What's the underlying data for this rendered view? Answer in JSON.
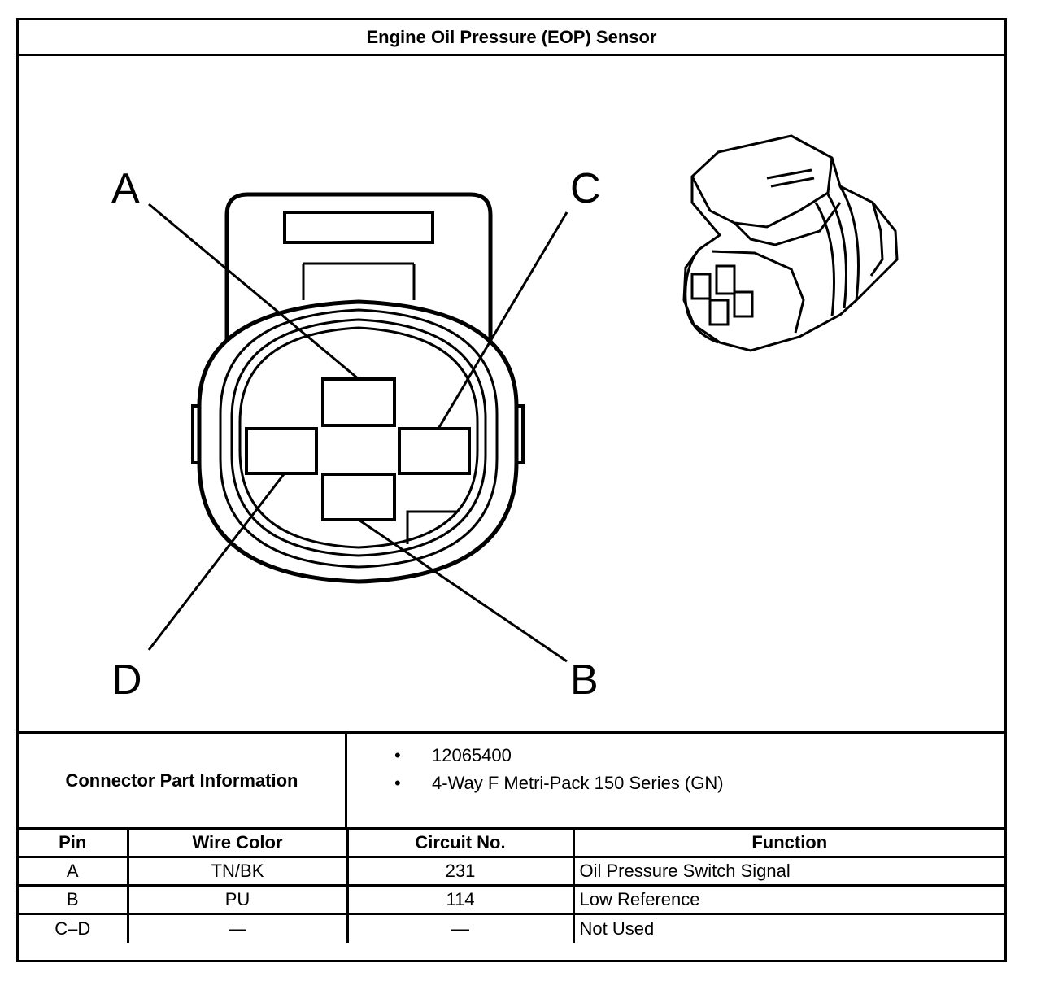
{
  "title": "Engine Oil Pressure (EOP) Sensor",
  "diagram": {
    "pin_labels": [
      "A",
      "C",
      "D",
      "B"
    ],
    "connector_face_icon": "connector-face-drawing",
    "connector_photo_icon": "connector-3d-drawing"
  },
  "connector_info": {
    "label": "Connector Part Information",
    "items": [
      "12065400",
      "4-Way F Metri-Pack 150 Series (GN)"
    ]
  },
  "table": {
    "headers": [
      "Pin",
      "Wire Color",
      "Circuit No.",
      "Function"
    ],
    "rows": [
      [
        "A",
        "TN/BK",
        "231",
        "Oil Pressure Switch Signal"
      ],
      [
        "B",
        "PU",
        "114",
        "Low Reference"
      ],
      [
        "C–D",
        "—",
        "—",
        "Not Used"
      ]
    ]
  }
}
